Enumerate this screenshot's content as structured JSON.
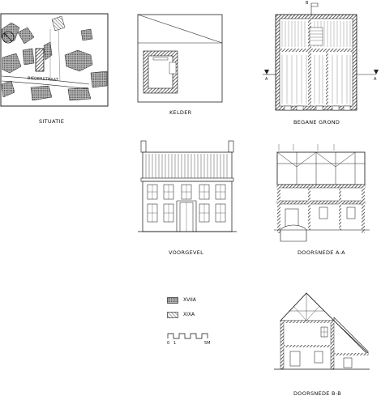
{
  "captions": {
    "situatie": "SITUATIE",
    "kelder": "KELDER",
    "begane_grond": "BEGANE GROND",
    "voorgevel": "VOORGEVEL",
    "doorsnede_aa": "DOORSNEDE A-A",
    "doorsnede_bb": "DOORSNEDE B-B"
  },
  "situatie": {
    "street": "BIEDERSTRAAT"
  },
  "section_markers": {
    "b": "B",
    "a": "A"
  },
  "legend": [
    {
      "label": "XVIIA"
    },
    {
      "label": "XIXA"
    }
  ],
  "scale": {
    "start": "0",
    "mid": "1",
    "end": "5M"
  }
}
